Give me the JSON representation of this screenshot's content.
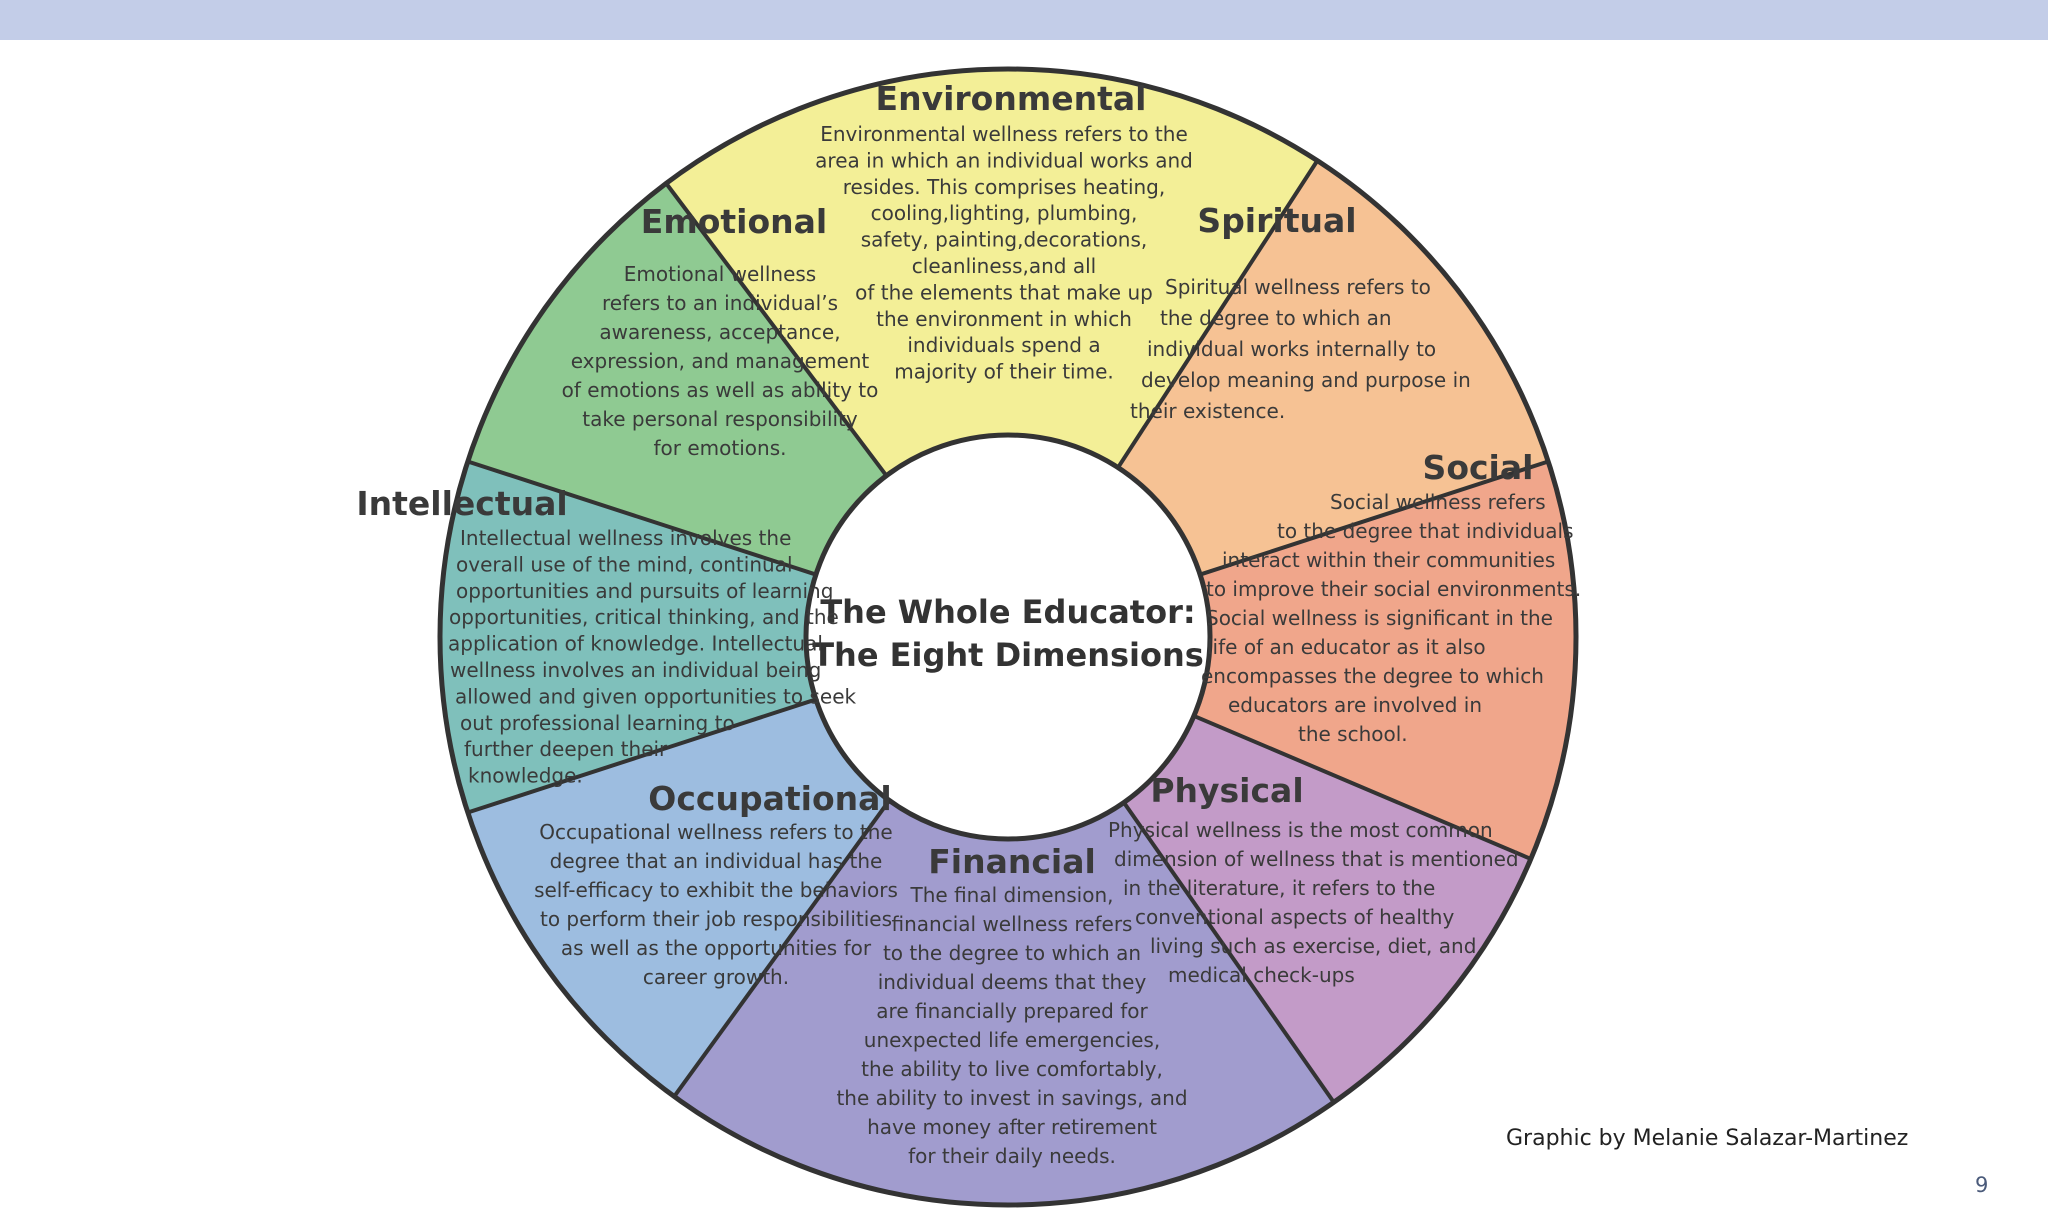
{
  "slide": {
    "center_title_line1": "The Whole Educator:",
    "center_title_line2": "The Eight Dimensions",
    "credit": "Graphic by Melanie Salazar-Martinez",
    "page_number": "9"
  },
  "segments": [
    {
      "key": "environmental",
      "title": "Environmental",
      "color": "#f3ef97",
      "body": [
        "Environmental wellness refers to the",
        "area in which an individual works and",
        "resides. This comprises heating,",
        "cooling,lighting, plumbing,",
        "safety, painting,decorations,",
        "cleanliness,and all",
        "of the elements that make up",
        "the environment in which",
        "individuals spend a",
        "majority of their time."
      ]
    },
    {
      "key": "spiritual",
      "title": "Spiritual",
      "color": "#f6c294",
      "body": [
        "Spiritual wellness refers to",
        "the degree to which an",
        "individual works internally to",
        "develop meaning and purpose in",
        "their existence."
      ]
    },
    {
      "key": "social",
      "title": "Social",
      "color": "#f0a68b",
      "body": [
        "Social wellness refers",
        "to the degree that individuals",
        "interact within their communities",
        "to improve their social environments.",
        "Social wellness is significant in the",
        "life of an educator as it also",
        "encompasses the degree to which",
        "educators are involved in",
        "the school."
      ]
    },
    {
      "key": "physical",
      "title": "Physical",
      "color": "#c39bc8",
      "body": [
        "Physical wellness is the most common",
        "dimension of wellness that is mentioned",
        "in the literature, it refers to the",
        "conventional aspects of healthy",
        "living such as exercise, diet, and",
        "medical check-ups"
      ]
    },
    {
      "key": "financial",
      "title": "Financial",
      "color": "#a19cce",
      "body": [
        "The final dimension,",
        "financial wellness refers",
        "to the degree to which an",
        "individual deems that they",
        "are financially prepared for",
        "unexpected life emergencies,",
        "the ability to live comfortably,",
        "the ability to invest in savings, and",
        "have money after retirement",
        "for their daily needs."
      ]
    },
    {
      "key": "occupational",
      "title": "Occupational",
      "color": "#9dbde0",
      "body": [
        "Occupational wellness refers to the",
        "degree that an individual has the",
        "self-efficacy to exhibit the behaviors",
        "to perform their job responsibilities",
        "as well as the opportunities for",
        "career growth."
      ]
    },
    {
      "key": "intellectual",
      "title": "Intellectual",
      "color": "#7fc0bb",
      "body": [
        "Intellectual wellness involves the",
        "overall use of the mind, continual",
        "opportunities and pursuits of learning",
        "opportunities, critical thinking, and the",
        "application of knowledge. Intellectual",
        "wellness involves an individual being",
        "allowed and given opportunities to seek",
        "out professional learning to",
        "further deepen their",
        "knowledge."
      ]
    },
    {
      "key": "emotional",
      "title": "Emotional",
      "color": "#8fca92",
      "body": [
        "Emotional wellness",
        "refers to an individual’s",
        "awareness, acceptance,",
        "expression, and management",
        "of emotions as well as ability to",
        "take personal responsibility",
        "for emotions."
      ]
    }
  ]
}
